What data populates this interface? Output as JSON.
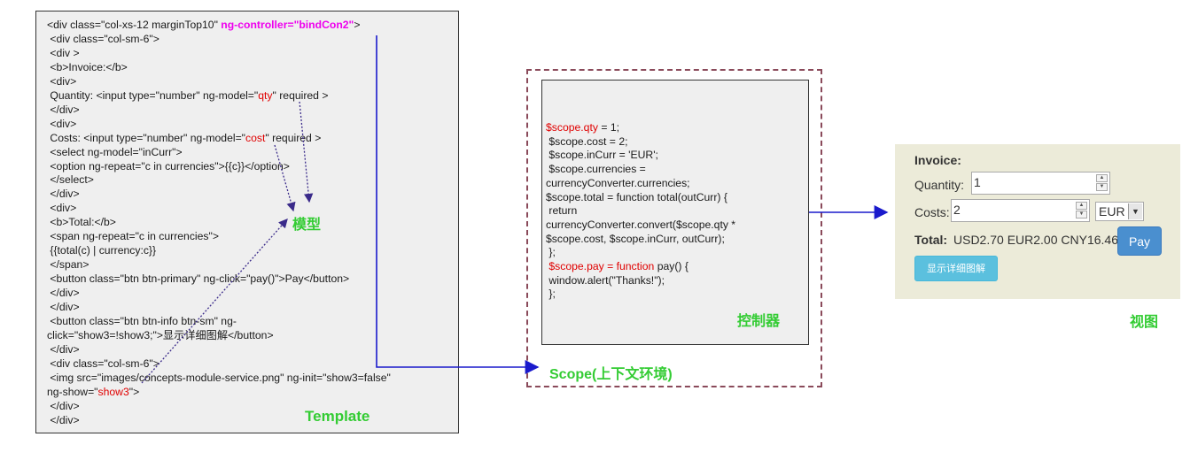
{
  "template": {
    "lines": [
      [
        "<div class=\"col-xs-12 marginTop10\" ",
        "ng-controller=\"bindCon2\"",
        ">"
      ],
      " <div class=\"col-sm-6\">",
      " <div >",
      " <b>Invoice:</b>",
      " <div>",
      [
        " Quantity: <input type=\"number\" ng-model=\"",
        "qty",
        "\" required >"
      ],
      " </div>",
      " <div>",
      [
        " Costs: <input type=\"number\" ng-model=\"",
        "cost",
        "\" required >"
      ],
      " <select ng-model=\"inCurr\">",
      " <option ng-repeat=\"c in currencies\">{{c}}</option>",
      " </select>",
      " </div>",
      " <div>",
      " <b>Total:</b>",
      " <span ng-repeat=\"c in currencies\">",
      " {{total(c) | currency:c}}",
      " </span>",
      " <button class=\"btn btn-primary\" ng-click=\"pay()\">Pay</button>",
      " </div>",
      " </div>",
      " <button class=\"btn btn-info btn-sm\" ng-",
      "click=\"show3=!show3;\">显示详细图解</button>",
      " </div>",
      " <div class=\"col-sm-6\">",
      " <img src=\"images/concepts-module-service.png\" ng-init=\"show3=false\"",
      [
        "ng-show=\"",
        "show3",
        "\">"
      ],
      " </div>",
      " </div>"
    ],
    "label": "Template",
    "model_label": "模型"
  },
  "controller": {
    "lines": [
      [
        "$scope.qty",
        " = 1;"
      ],
      " $scope.cost = 2;",
      " $scope.inCurr = 'EUR';",
      " $scope.currencies =",
      "currencyConverter.currencies;",
      "$scope.total = function total(outCurr) {",
      " return",
      "currencyConverter.convert($scope.qty *",
      "$scope.cost, $scope.inCurr, outCurr);",
      " };",
      [
        " $scope.pay = function",
        " pay() {"
      ],
      " window.alert(\"Thanks!\");",
      " };"
    ],
    "label": "控制器"
  },
  "scope_label": "Scope(上下文环境)",
  "view": {
    "title": "Invoice:",
    "quantity_label": "Quantity:",
    "quantity_value": "1",
    "costs_label": "Costs:",
    "costs_value": "2",
    "currency_selected": "EUR",
    "total_label": "Total:",
    "total_value": "USD2.70 EUR2.00 CNY16.46",
    "pay_label": "Pay",
    "detail_label": "显示详细图解",
    "label": "视图"
  },
  "colors": {
    "green": "#33cc33",
    "magenta": "#ee00ee",
    "red": "#e00000",
    "blue_arrow": "#1a1acc",
    "dotted_arrow": "#3a2a8a"
  }
}
